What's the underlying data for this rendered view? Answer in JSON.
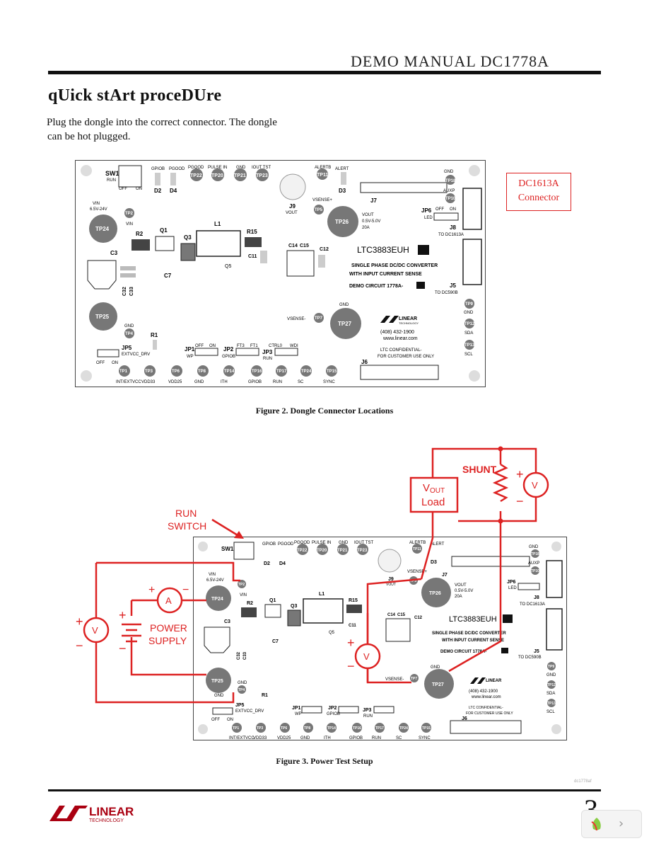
{
  "header": {
    "title": "DEMO MANUAL DC1778A"
  },
  "section": {
    "title": "qUick stArt proceDUre"
  },
  "body": {
    "line1": "Plug the dongle into the correct connector. The dongle",
    "line2": "can be hot plugged."
  },
  "fig2": {
    "caption": "Figure 2. Dongle Connector Locations",
    "callout_line1": "DC1613A",
    "callout_line2": "Connector"
  },
  "fig3": {
    "caption": "Figure 3. Power Test Setup",
    "run_switch_1": "RUN",
    "run_switch_2": "SWITCH",
    "power_supply_1": "POWER",
    "power_supply_2": "SUPPLY",
    "shunt": "SHUNT",
    "vout_load_1": "V",
    "vout_load_sub": "OUT",
    "vout_load_2": "Load",
    "meter_v": "V",
    "meter_a": "A",
    "plus": "+",
    "minus": "−"
  },
  "board": {
    "sw1": "SW1",
    "run": "RUN",
    "off": "OFF",
    "on": "ON",
    "gpiob": "GPIOB",
    "pgood": "PGOOD",
    "pulse_in": "PULSE IN",
    "gnd": "GND",
    "iout_tst": "IOUT TST",
    "alertb": "ALERTB",
    "alert": "ALERT",
    "tp22": "TP22",
    "tp20": "TP20",
    "tp21": "TP21",
    "tp23": "TP23",
    "tp11": "TP11",
    "d2": "D2",
    "d4": "D4",
    "d3": "D3",
    "j9": "J9",
    "vout": "VOUT",
    "vsense_p": "VSENSE+",
    "tp5": "TP5",
    "j7": "J7",
    "tp18": "TP18",
    "auxp": "AUXP",
    "tp10": "TP10",
    "jp6": "JP6",
    "led": "LED",
    "j8": "J8",
    "to_dc1613a": "TO DC1613A",
    "vin": "VIN",
    "vin_range": "6.5V-24V",
    "tp2": "TP2",
    "tp24": "TP24",
    "r2": "R2",
    "q1": "Q1",
    "q3": "Q3",
    "l1": "L1",
    "r15": "R15",
    "c11": "C11",
    "q5": "Q5",
    "c7": "C7",
    "c3": "C3",
    "c32": "C32",
    "c33": "C33",
    "c14": "C14",
    "c15": "C15",
    "c12": "C12",
    "tp26": "TP26",
    "vout_range": "0.5V-5.0V",
    "amps": "20A",
    "part": "LTC3883EUH",
    "desc1": "SINGLE PHASE DC/DC CONVERTER",
    "desc2": "WITH INPUT CURRENT SENSE",
    "demo": "DEMO CIRCUIT 1778A-",
    "j5": "J5",
    "to_dc590b": "TO DC590B",
    "tp9": "TP9",
    "tp12": "TP12",
    "sda": "SDA",
    "tp13": "TP13",
    "scl": "SCL",
    "tp25": "TP25",
    "tp4": "TP4",
    "r1": "R1",
    "jp5": "JP5",
    "extvcc_drv": "EXTVCC_DRV",
    "vsense_m": "VSENSE-",
    "tp7": "TP7",
    "tp27": "TP27",
    "linear": "LINEAR",
    "technology": "TECHNOLOGY",
    "phone": "(408) 432-1900",
    "web": "www.linear.com",
    "confidential": "LTC CONFIDENTIAL-",
    "customer": "FOR CUSTOMER USE ONLY",
    "j6": "J6",
    "jp1": "JP1",
    "wp": "WP",
    "jp2": "JP2",
    "gpiob2": "GPIOB",
    "jp3": "JP3",
    "ft3": "FT3",
    "ft1": "FT1",
    "ctrl0": "CTRL0",
    "wdi": "WDI",
    "tp1": "TP1",
    "tp3": "TP3",
    "tp6": "TP6",
    "tp8": "TP8",
    "tp14": "TP14",
    "tp16": "TP16",
    "tp17": "TP17",
    "tp24b": "TP24",
    "tp15": "TP15",
    "int_extvcc": "INT/EXTVCC",
    "vdd33": "VDD33",
    "vdd25": "VDD25",
    "ith": "ITH",
    "gpiob3": "GPIOB",
    "runb": "RUN",
    "sc": "SC",
    "sync": "SYNC"
  },
  "footer": {
    "page": "3",
    "logo_text": "LINEAR",
    "logo_sub": "TECHNOLOGY",
    "ref": "dc1778af"
  }
}
